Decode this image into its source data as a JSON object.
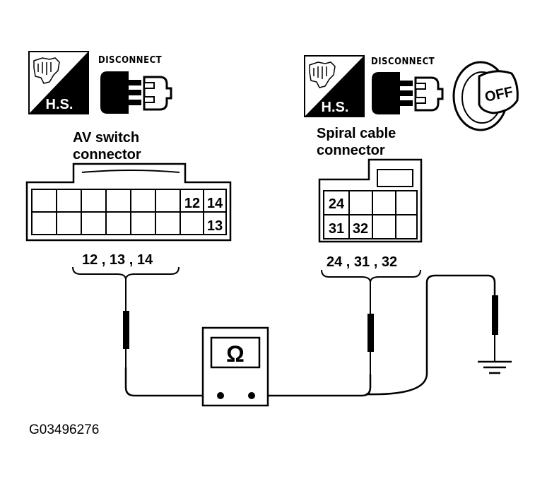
{
  "left_group": {
    "hs_label": "H.S.",
    "disconnect_label": "DISCONNECT",
    "connector_title_line1": "AV switch",
    "connector_title_line2": "connector",
    "cells": {
      "c12": "12",
      "c14": "14",
      "c13": "13"
    },
    "pins_label": "12 , 13 , 14"
  },
  "right_group": {
    "hs_label": "H.S.",
    "disconnect_label": "DISCONNECT",
    "ignition_label": "OFF",
    "connector_title_line1": "Spiral cable",
    "connector_title_line2": "connector",
    "cells": {
      "c24": "24",
      "c31": "31",
      "c32": "32"
    },
    "pins_label": "24 , 31 , 32"
  },
  "meter": {
    "symbol": "Ω"
  },
  "figure_code": "G03496276"
}
